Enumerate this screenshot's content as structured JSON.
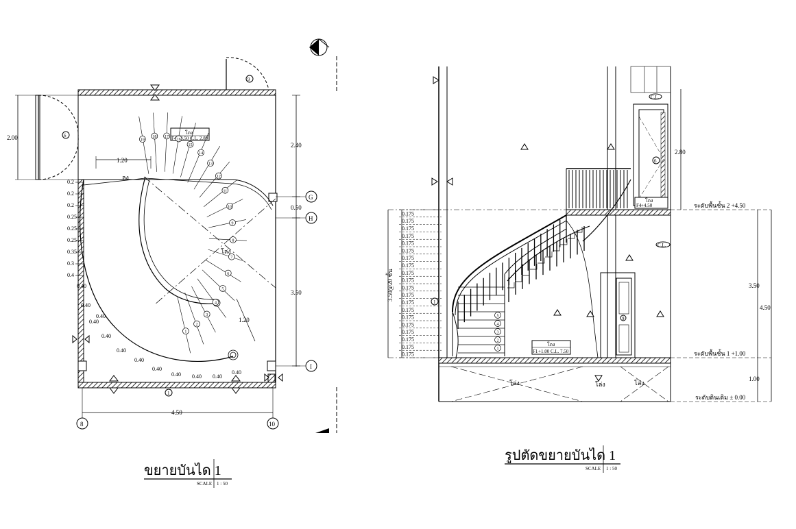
{
  "plan": {
    "title": "ขยายบันได 1",
    "scale_label": "SCALE",
    "scale_value": "1 : 50",
    "down_label": "ลง",
    "void_label": "โล่ง",
    "tag": {
      "title": "โถง",
      "code": "F4",
      "level": "+4.50",
      "cl": "C.L.",
      "height": "2.80"
    },
    "dims": {
      "width": "4.50",
      "door": "2.00",
      "right_top": "2.40",
      "right_mid": "0.50",
      "right_bot": "3.50",
      "tread_top": "1.20",
      "tread_diag": "1.20"
    },
    "grid": {
      "g": "G",
      "h": "H",
      "i": "I",
      "c8": "8",
      "c10": "10"
    },
    "markers": {
      "door_top": "9",
      "door_left": "6",
      "bottom": "1"
    },
    "steps": [
      "1",
      "2",
      "3",
      "4",
      "5",
      "6",
      "7",
      "8",
      "9",
      "10",
      "11",
      "12",
      "13",
      "14",
      "15",
      "16",
      "17",
      "18",
      "19"
    ],
    "left_widths": [
      "0.2",
      "0.2",
      "0.2",
      "0.25",
      "0.25",
      "0.25",
      "0.35",
      "0.3",
      "0.4"
    ],
    "bottom_widths": [
      "0.40",
      "0.40",
      "0.40",
      "0.40",
      "0.40",
      "0.40",
      "0.40",
      "0.40",
      "0.40",
      "0.40",
      "0.40",
      "0.40"
    ]
  },
  "section": {
    "title": "รูปตัดขยายบันได 1",
    "scale_label": "SCALE",
    "scale_value": "1 : 50",
    "riser_label": "3.50@20 ชั้น",
    "risers": [
      "0.175",
      "0.175",
      "0.175",
      "0.175",
      "0.175",
      "0.175",
      "0.175",
      "0.175",
      "0.175",
      "0.175",
      "0.175",
      "0.175",
      "0.175",
      "0.175",
      "0.175",
      "0.175",
      "0.175",
      "0.175",
      "0.175",
      "0.175"
    ],
    "level2": "ระดับพื้นชั้น 2 +4.50",
    "level1": "ระดับพื้นชั้น 1 +1.00",
    "level0": "ระดับดินเดิม ± 0.00",
    "dims": {
      "top": "2.80",
      "mid": "3.50",
      "total": "4.50",
      "bottom": "1.00"
    },
    "void_label": "โล่ง",
    "tag_upper": {
      "title": "โถง",
      "code": "F4",
      "level": "+4.50"
    },
    "tag_lower": {
      "title": "โถง",
      "code": "F1",
      "level": "+1.00",
      "cl": "C.L.",
      "height": "7.50"
    },
    "cl_label": "C.L.",
    "markers": {
      "door": "6",
      "door_low": "9",
      "left": "1"
    },
    "step_numbers": [
      "1",
      "2",
      "3",
      "4",
      "5"
    ]
  }
}
